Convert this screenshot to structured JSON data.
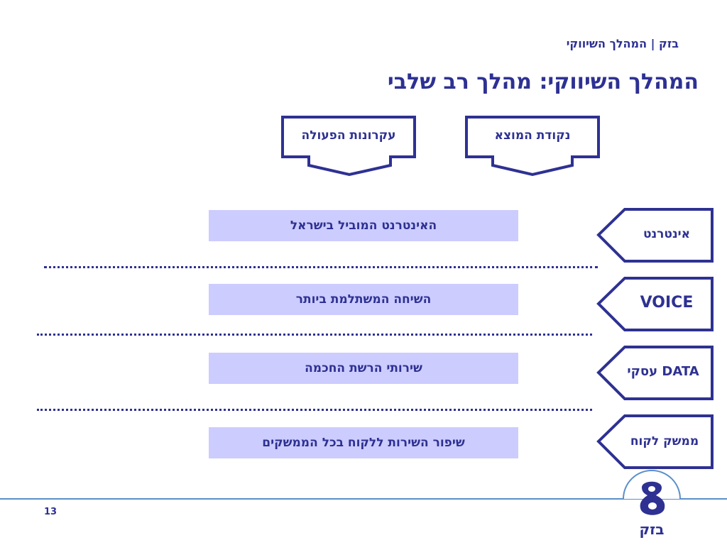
{
  "header": {
    "text": "בזק | המהלך השיווקי"
  },
  "title": "המהלך השיווקי: מהלך רב שלבי",
  "top_boxes": [
    {
      "label": "נקודת המוצא"
    },
    {
      "label": "עקרונות הפעולה"
    }
  ],
  "rows": [
    {
      "tag": "אינטרנט",
      "content": "האינטרנט המוביל בישראל"
    },
    {
      "tag": "VOICE",
      "content": "השיחה המשתלמת ביותר"
    },
    {
      "tag": "DATA עסקי",
      "content": "שירותי הרשת החכמה"
    },
    {
      "tag": "ממשק לקוח",
      "content": "שיפור השירות ללקוח בכל הממשקים"
    }
  ],
  "page_number": "13",
  "logo": {
    "text": "בזק"
  },
  "colors": {
    "primary": "#2e3192",
    "bar_fill": "#ccccff",
    "footer_line": "#5b8fc9"
  }
}
